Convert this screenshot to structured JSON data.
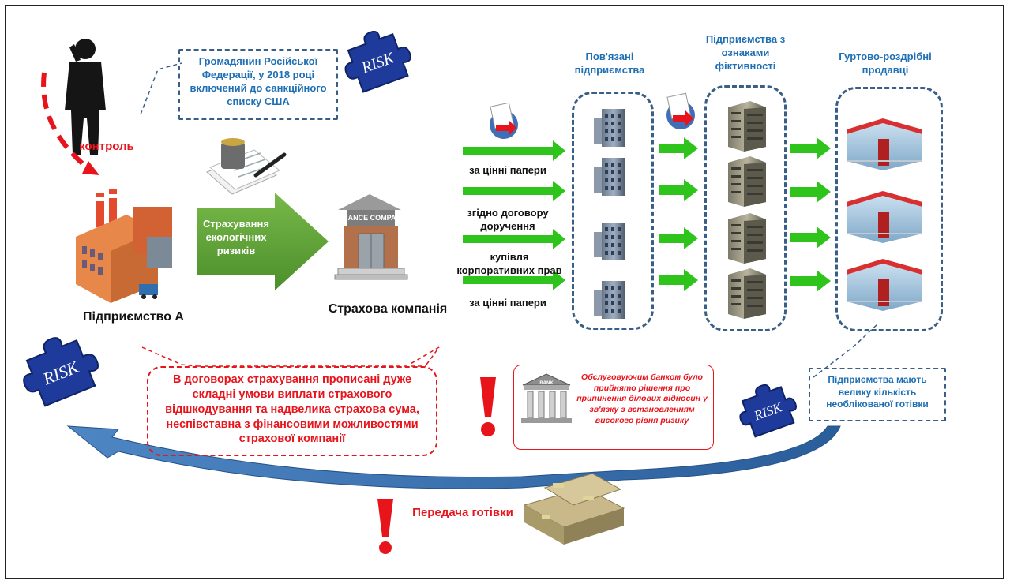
{
  "person_note": "Громадянин Російської Федерації, у 2018 році включений до санкційного списку США",
  "control_label": "контроль",
  "enterprise_label": "Підприємство А",
  "insurance_arrow_label": "Страхування екологічних ризиків",
  "insurance_company_label": "Страхова компанія",
  "finance_sign": "FINANCE COMPANY",
  "risk_text": "RISK",
  "bank_sign": "BANK",
  "transfers": [
    "за цінні папери",
    "згідно договору доручення",
    "купівля корпоративних прав",
    "за цінні папери"
  ],
  "groups": {
    "related": "Пов'язані підприємства",
    "fictitious": "Підприємства з ознаками фіктивності",
    "retail": "Гуртово-роздрібні продавці"
  },
  "contract_note": "В договорах страхування прописані дуже складні умови виплати страхового відшкодування та надвелика страхова сума, неспівставна з фінансовими можливостями страхової компанії",
  "bank_note": "Обслуговуючим банком було прийнято рішення про припинення ділових відносин у зв'язку з встановленням високого рівня ризику",
  "cash_note": "Підприємства мають велику кількість необлікованої готівки",
  "cash_transfer": "Передача готівки",
  "colors": {
    "green_arrow": "#43b52a",
    "red": "#e8141c",
    "blue_text": "#1f6fb4",
    "dash_blue": "#3a5f86",
    "flow_blue": "#2e6fb6"
  }
}
